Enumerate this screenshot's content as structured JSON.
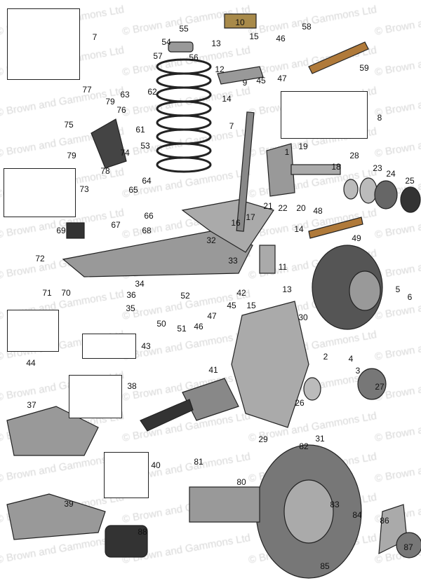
{
  "watermark": "© Brown and Gammons Ltd",
  "labels": [
    "7",
    "10",
    "55",
    "54",
    "57",
    "56",
    "13",
    "15",
    "46",
    "58",
    "59",
    "12",
    "9",
    "45",
    "47",
    "14",
    "77",
    "63",
    "62",
    "79",
    "76",
    "61",
    "75",
    "53",
    "74",
    "79",
    "78",
    "7",
    "8",
    "1",
    "19",
    "18",
    "28",
    "23",
    "24",
    "25",
    "73",
    "64",
    "65",
    "21",
    "22",
    "20",
    "17",
    "16",
    "48",
    "14",
    "49",
    "67",
    "66",
    "68",
    "69",
    "32",
    "72",
    "11",
    "33",
    "71",
    "70",
    "34",
    "13",
    "36",
    "42",
    "45",
    "15",
    "35",
    "52",
    "50",
    "51",
    "46",
    "47",
    "5",
    "6",
    "30",
    "44",
    "43",
    "4",
    "2",
    "3",
    "27",
    "41",
    "38",
    "26",
    "37",
    "29",
    "31",
    "82",
    "40",
    "81",
    "80",
    "39",
    "83",
    "84",
    "86",
    "88",
    "87",
    "85"
  ]
}
